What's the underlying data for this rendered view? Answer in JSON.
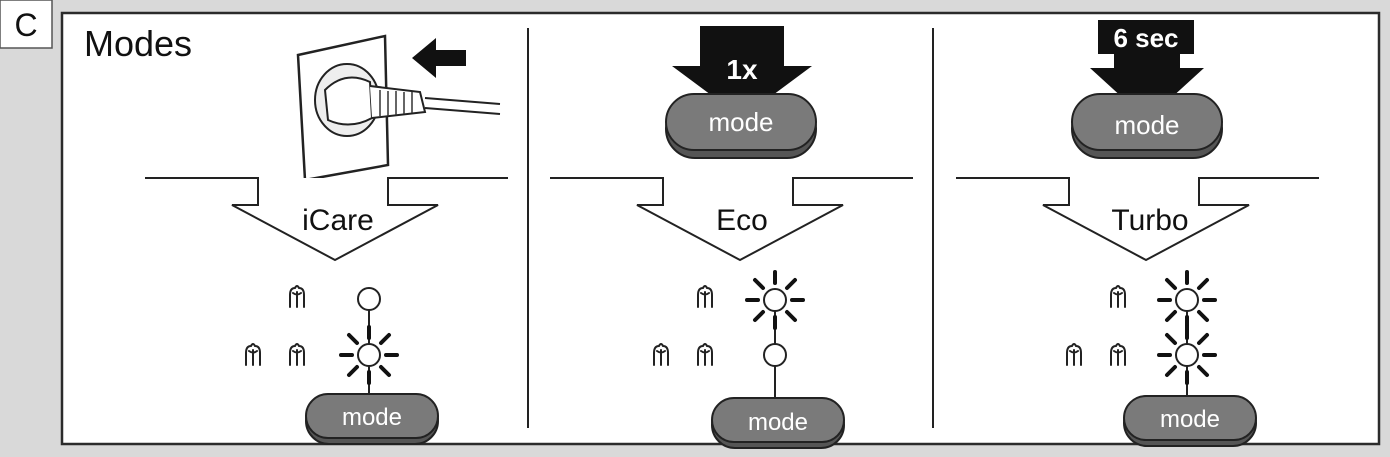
{
  "figure_letter": "C",
  "title": "Modes",
  "panels": [
    {
      "trigger_label": "",
      "button_label": "",
      "mode_name": "iCare",
      "bottom_button_label": "mode"
    },
    {
      "trigger_label": "1x",
      "button_label": "mode",
      "mode_name": "Eco",
      "bottom_button_label": "mode"
    },
    {
      "trigger_label": "6 sec",
      "button_label": "mode",
      "mode_name": "Turbo",
      "bottom_button_label": "mode"
    }
  ],
  "colors": {
    "button_fill": "#7a7a7a",
    "frame": "#2b2b2b",
    "background": "#d9d9d9"
  }
}
